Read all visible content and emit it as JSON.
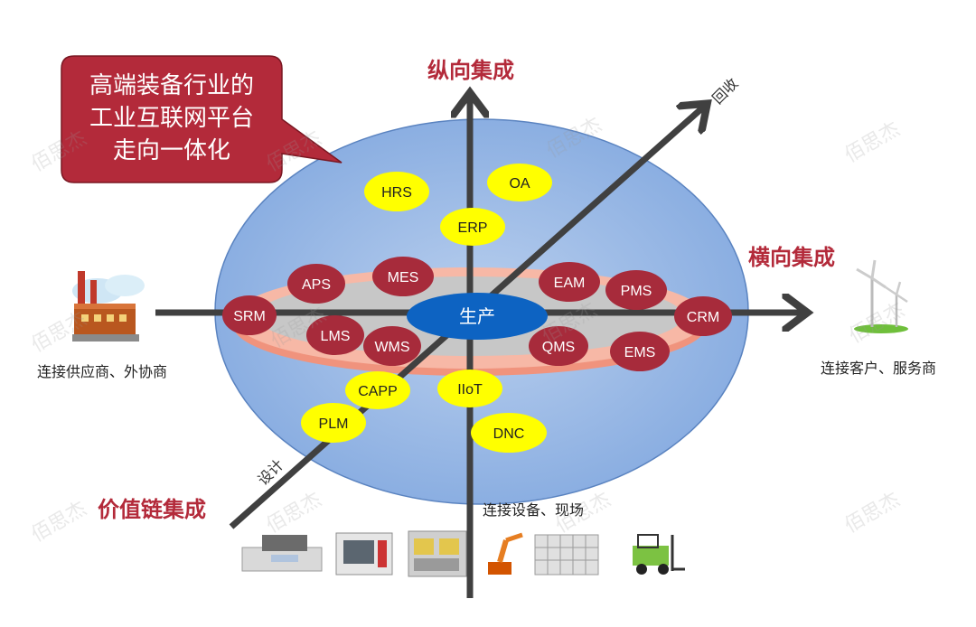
{
  "callout": {
    "lines": [
      "高端装备行业的",
      "工业互联网平台",
      "走向一体化"
    ]
  },
  "axes": {
    "vertical": "纵向集成",
    "horizontal": "横向集成",
    "value_chain": "价值链集成",
    "recycle": "回收",
    "design": "设计"
  },
  "center": "生产",
  "side_labels": {
    "left": "连接供应商、外协商",
    "right": "连接客户、服务商",
    "bottom": "连接设备、现场"
  },
  "red_nodes": [
    "SRM",
    "APS",
    "MES",
    "LMS",
    "WMS",
    "EAM",
    "PMS",
    "CRM",
    "QMS",
    "EMS"
  ],
  "yellow_nodes": [
    "HRS",
    "OA",
    "ERP",
    "CAPP",
    "IIoT",
    "PLM",
    "DNC"
  ],
  "watermark": "佰思杰",
  "colors": {
    "ellipse_fill": "#8fb3e3",
    "ellipse_stroke": "#5a83c0",
    "red_node": "#a72b3b",
    "yellow_node": "#ffff00",
    "center": "#0d63c2",
    "title_red": "#b32a3a",
    "callout": "#b32a3a",
    "arrow": "#404040"
  }
}
